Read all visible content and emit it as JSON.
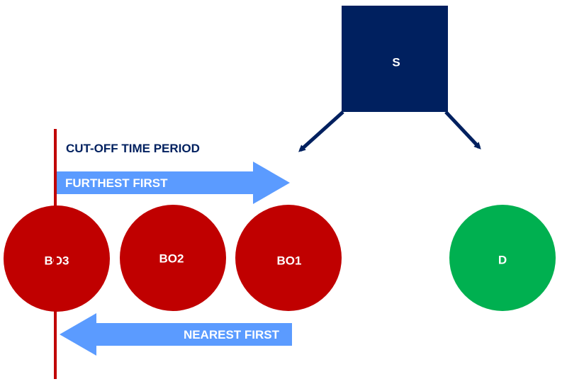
{
  "colors": {
    "source": "#00205f",
    "backorder": "#c00000",
    "destination": "#00b050",
    "flow_arrow": "#5b9bff",
    "cutoff_line": "#c00000",
    "cutoff_text": "#00205f",
    "connector": "#00205f"
  },
  "nodes": {
    "source": {
      "label": "S"
    },
    "destination": {
      "label": "D"
    },
    "backorders": [
      {
        "label": "BO3"
      },
      {
        "label": "BO2"
      },
      {
        "label": "BO1"
      }
    ]
  },
  "cutoff": {
    "label": "CUT-OFF TIME PERIOD"
  },
  "arrows": {
    "furthest_first": {
      "label": "FURTHEST FIRST"
    },
    "nearest_first": {
      "label": "NEAREST FIRST"
    }
  }
}
